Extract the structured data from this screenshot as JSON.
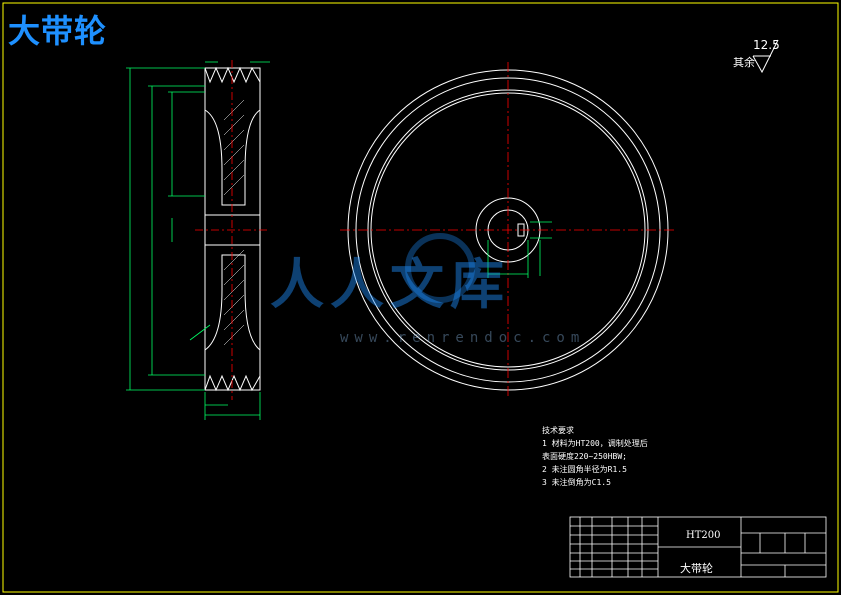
{
  "title": "大带轮",
  "roughness": {
    "value": "12.5",
    "rest_label": "其余"
  },
  "notes": {
    "heading": "技术要求",
    "items": [
      "1 材料为HT200，调制处理后",
      "  表面硬度220~250HBW;",
      "2 未注圆角半径为R1.5",
      "3 未注倒角为C1.5"
    ]
  },
  "title_block": {
    "material": "HT200",
    "part_name": "大带轮"
  },
  "watermark": {
    "text": "人人文库",
    "url": "www.renrendoc.com"
  },
  "colors": {
    "frame": "#ffff00",
    "geometry": "#ffffff",
    "centerline": "#ff0000",
    "dimension": "#00ff66",
    "title": "#1e90ff"
  }
}
